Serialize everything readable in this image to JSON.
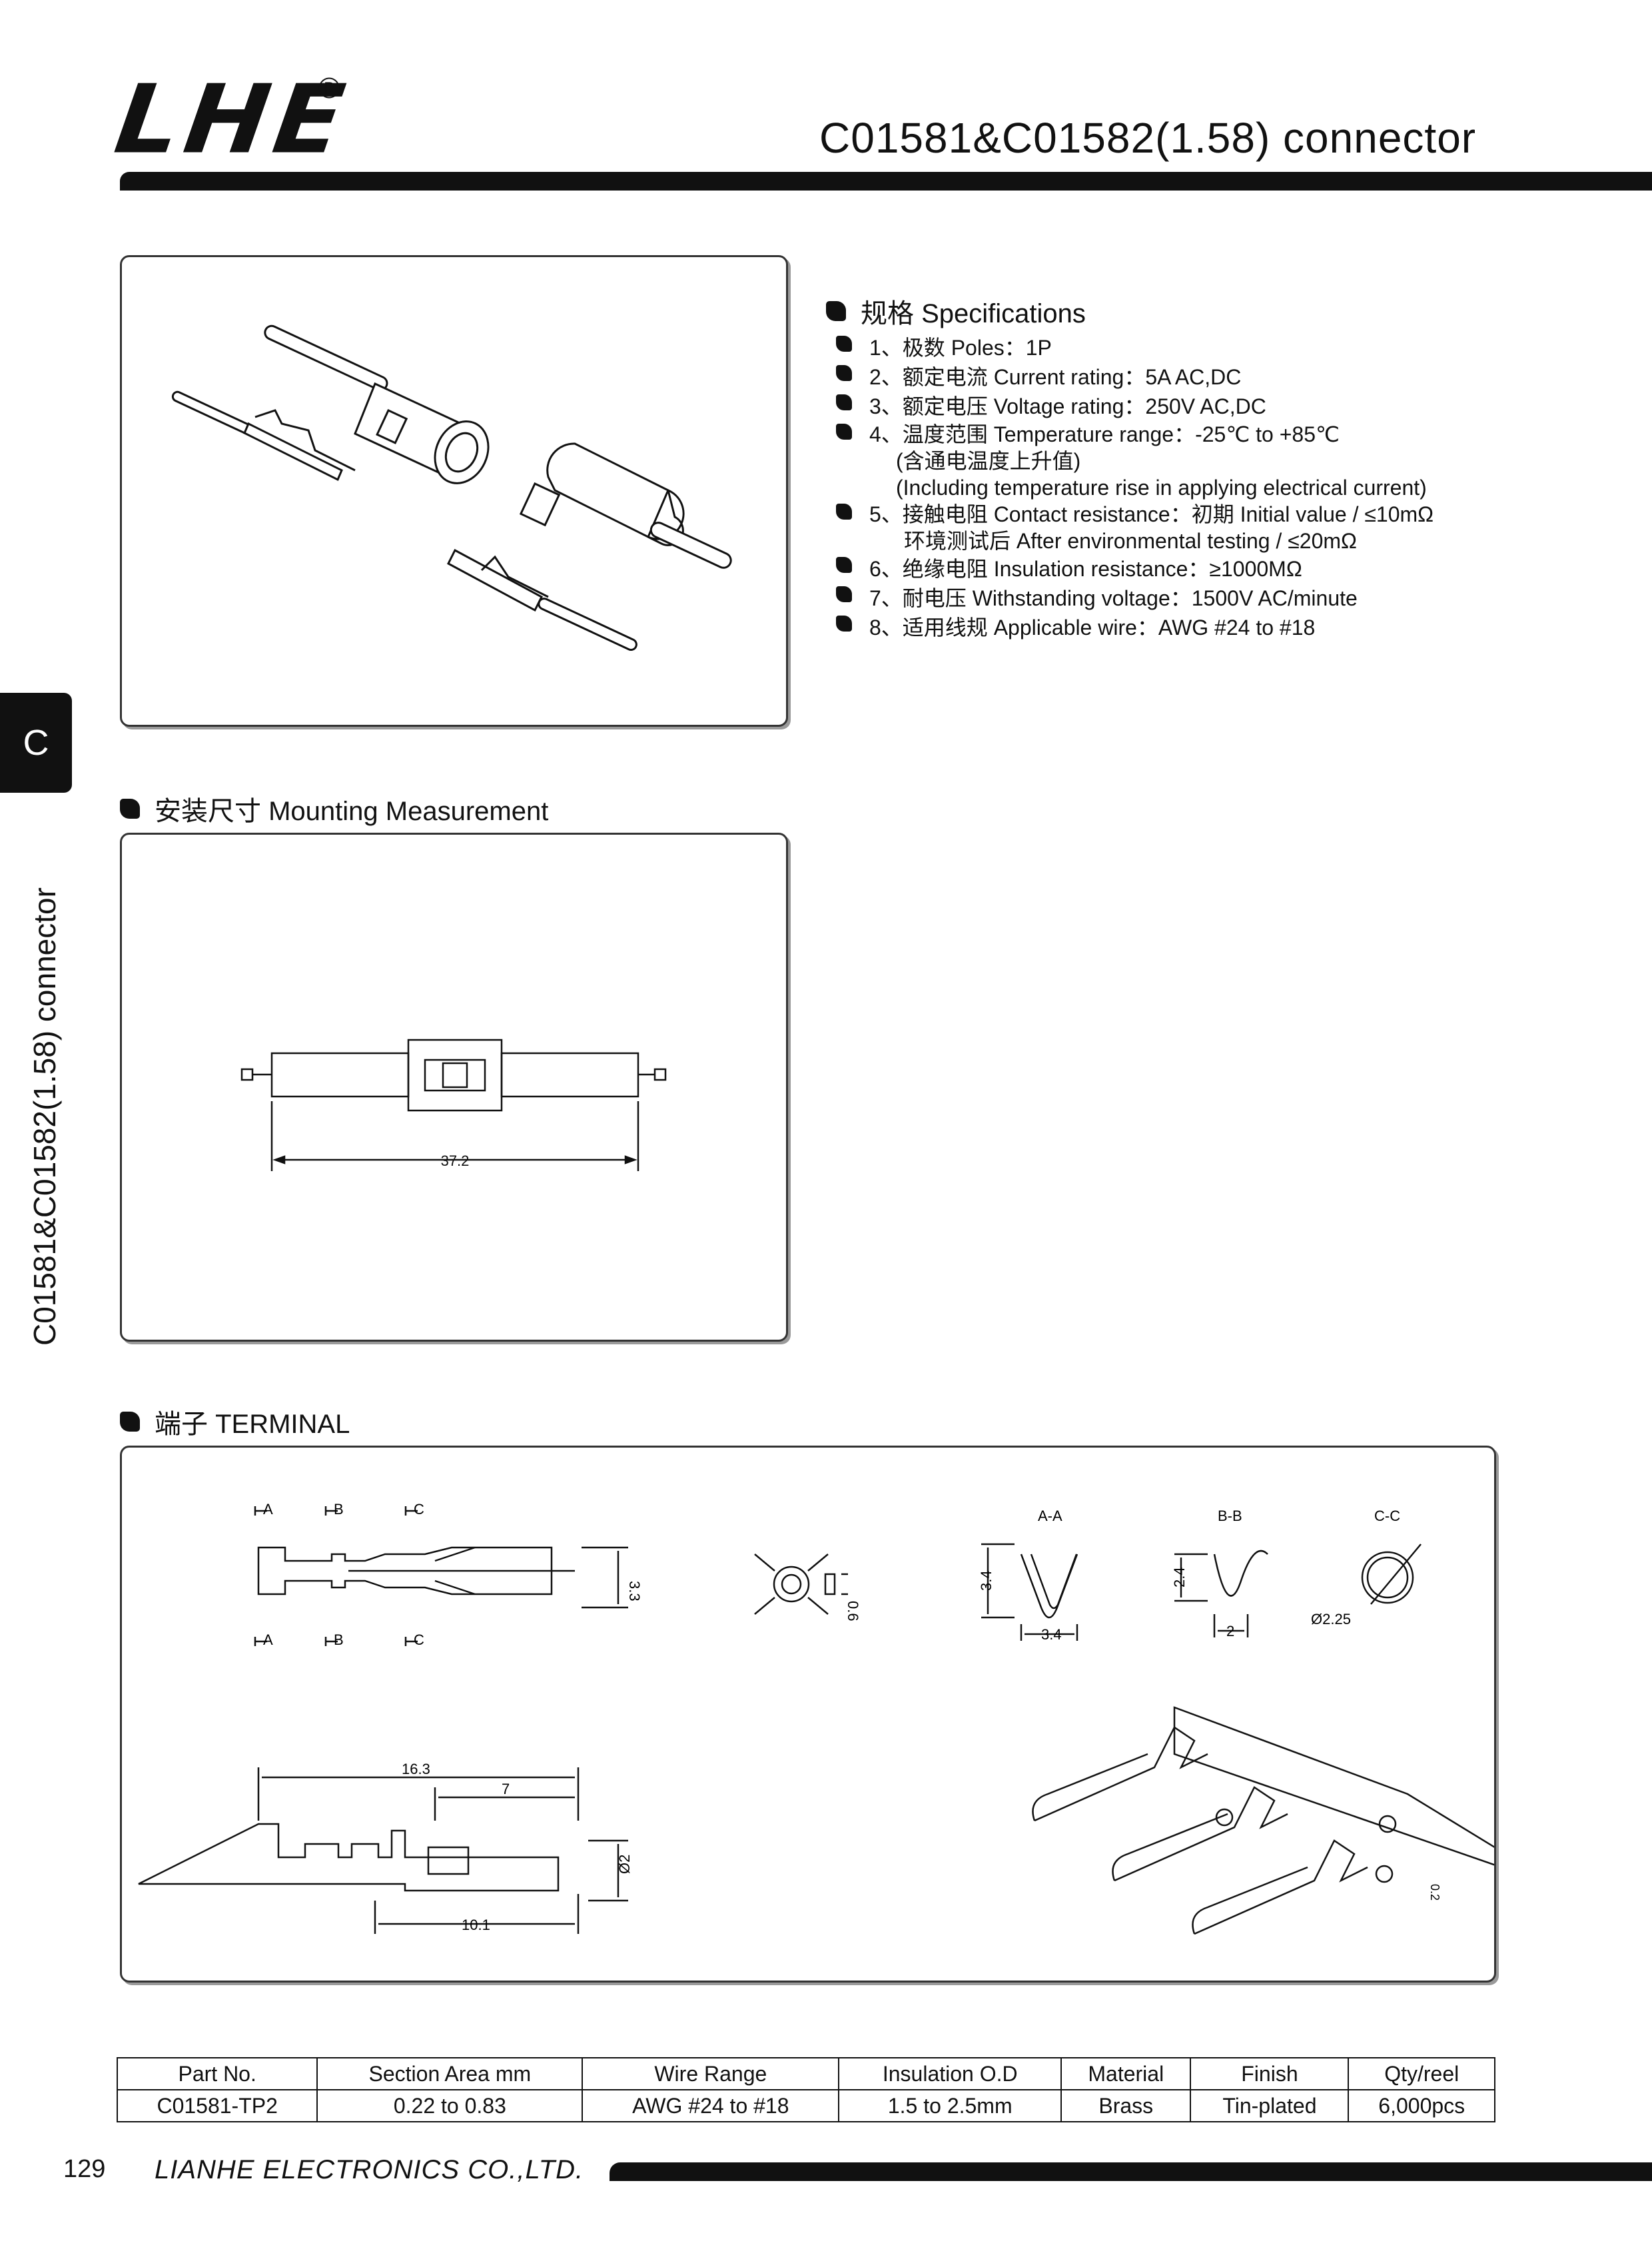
{
  "header": {
    "logo": "LHE",
    "registered_mark": "®",
    "title": "C01581&C01582(1.58) connector"
  },
  "side": {
    "tab_letter": "C",
    "vertical_title": "C01581&C01582(1.58) connector"
  },
  "specifications": {
    "heading": "规格 Specifications",
    "items": [
      {
        "text": "1、极数 Poles：1P"
      },
      {
        "text": "2、额定电流 Current rating：5A  AC,DC"
      },
      {
        "text": "3、额定电压 Voltage rating：250V  AC,DC"
      },
      {
        "text": "4、温度范围 Temperature range：-25℃ to +85℃",
        "sub": [
          "(含通电温度上升值)",
          "(Including temperature rise in applying electrical current)"
        ]
      },
      {
        "text": "5、接触电阻 Contact resistance：初期 Initial value / ≤10mΩ",
        "sub": [
          "环境测试后 After environmental testing / ≤20mΩ"
        ]
      },
      {
        "text": "6、绝缘电阻 Insulation resistance：≥1000MΩ"
      },
      {
        "text": "7、耐电压 Withstanding voltage：1500V  AC/minute"
      },
      {
        "text": "8、适用线规 Applicable wire：AWG #24 to #18"
      }
    ]
  },
  "mounting": {
    "heading": "安装尺寸 Mounting Measurement",
    "dim_length": "37.2"
  },
  "terminal": {
    "heading": "端子 TERMINAL",
    "section_marks": {
      "a": "A",
      "b": "B",
      "c": "C"
    },
    "dim_height_top": "3.3",
    "dim_front": "0.6",
    "sec_aa_label": "A-A",
    "sec_aa_h": "3.4",
    "sec_aa_w": "3.4",
    "sec_bb_label": "B-B",
    "sec_bb_h": "2.4",
    "sec_bb_w": "2",
    "sec_cc_label": "C-C",
    "sec_cc_d": "Ø2.25",
    "dim_total": "16.3",
    "dim_front_len": "7",
    "dim_dia": "Ø2",
    "dim_rear": "10.1",
    "dim_strip": "0.2"
  },
  "table": {
    "headers": [
      "Part No.",
      "Section Area mm",
      "Wire Range",
      "Insulation O.D",
      "Material",
      "Finish",
      "Qty/reel"
    ],
    "rows": [
      [
        "C01581-TP2",
        "0.22 to 0.83",
        "AWG #24 to #18",
        "1.5 to 2.5mm",
        "Brass",
        "Tin-plated",
        "6,000pcs"
      ]
    ]
  },
  "footer": {
    "page_number": "129",
    "company": "LIANHE ELECTRONICS CO.,LTD."
  }
}
